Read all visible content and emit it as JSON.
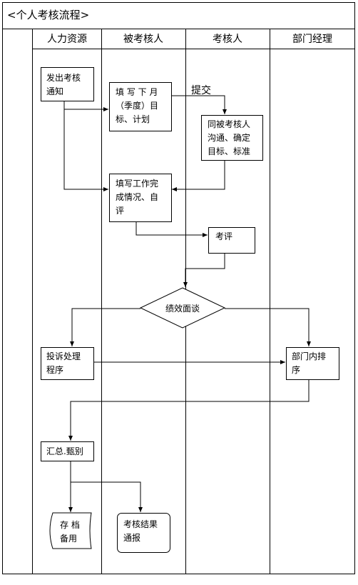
{
  "title": "<个人考核流程>",
  "lanes": [
    "人力资源",
    "被考核人",
    "考核人",
    "部门经理"
  ],
  "nodes": {
    "hr_notice": [
      "发出考核",
      "通知"
    ],
    "fill_targets": [
      "填 写 下 月",
      "（季度）目",
      "标、计划"
    ],
    "communicate": [
      "同被考核人",
      "沟通、确定",
      "目标、标准"
    ],
    "self_eval": [
      "填写工作完",
      "成情况、自",
      "评"
    ],
    "review": [
      "考评"
    ],
    "interview": [
      "绩效面谈"
    ],
    "complaint": [
      "投诉处理",
      "程序"
    ],
    "dept_rank": [
      "部门内排",
      "序"
    ],
    "summary": [
      "汇总.甄别"
    ],
    "archive": [
      "存  档",
      "备用"
    ],
    "notify_result": [
      "考核结果",
      "通报"
    ]
  },
  "edge_labels": {
    "submit": "提交"
  }
}
